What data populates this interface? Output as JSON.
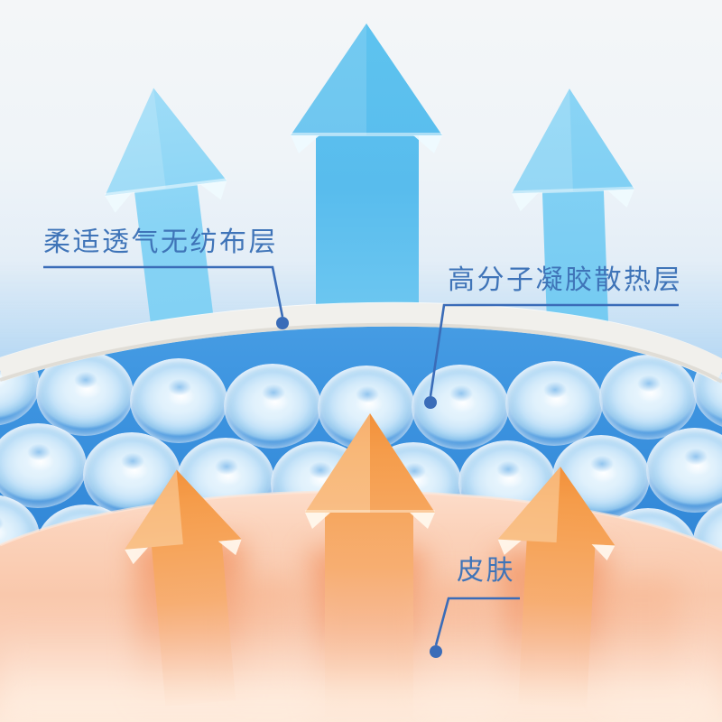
{
  "labels": {
    "nonwoven_layer": "柔适透气无纺布层",
    "gel_layer": "高分子凝胶散热层",
    "skin": "皮肤"
  },
  "colors": {
    "label_text": "#3f74b8",
    "leader_line": "#3a6cb8",
    "blue_arrow": "#5fc3ef",
    "blue_arrow_light": "#9edcf7",
    "gel_background": "#3d94e0",
    "gel_bubble": "#d6ecfb",
    "fabric_band": "#f1f0ec",
    "skin_top": "#fcd8c2",
    "skin_streak": "#f18f5c",
    "orange_arrow": "#f49a44",
    "background_top": "#f4f6f8",
    "background_blue_tint": "#cfe4f6"
  },
  "icons": {
    "blue_up_arrows": "heat-dissipation-arrow-icon",
    "orange_up_arrows": "body-heat-arrow-icon",
    "leader_dot": "anchor-dot-icon"
  },
  "graphics": {
    "blue_arrow_count": 3,
    "orange_arrow_count": 3,
    "bubble_rows": 3
  }
}
